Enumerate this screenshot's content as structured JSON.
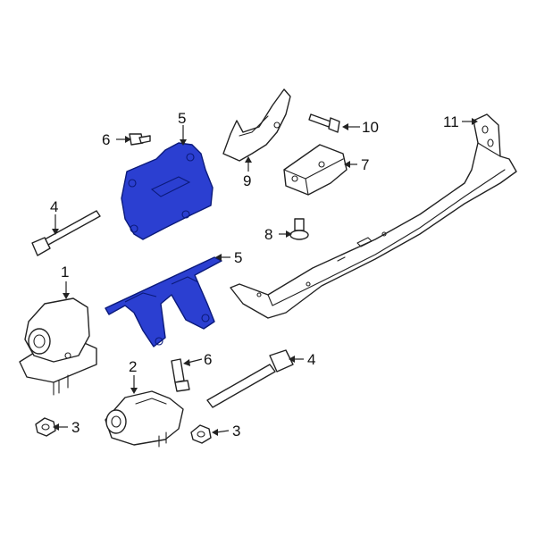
{
  "diagram": {
    "highlight_color": "#2b3fd1",
    "callouts": [
      {
        "id": "c1",
        "label": "1"
      },
      {
        "id": "c2",
        "label": "2"
      },
      {
        "id": "c3a",
        "label": "3"
      },
      {
        "id": "c3b",
        "label": "3"
      },
      {
        "id": "c4a",
        "label": "4"
      },
      {
        "id": "c4b",
        "label": "4"
      },
      {
        "id": "c5a",
        "label": "5"
      },
      {
        "id": "c5b",
        "label": "5"
      },
      {
        "id": "c6a",
        "label": "6"
      },
      {
        "id": "c6b",
        "label": "6"
      },
      {
        "id": "c7",
        "label": "7"
      },
      {
        "id": "c8",
        "label": "8"
      },
      {
        "id": "c9",
        "label": "9"
      },
      {
        "id": "c10",
        "label": "10"
      },
      {
        "id": "c11",
        "label": "11"
      }
    ]
  }
}
